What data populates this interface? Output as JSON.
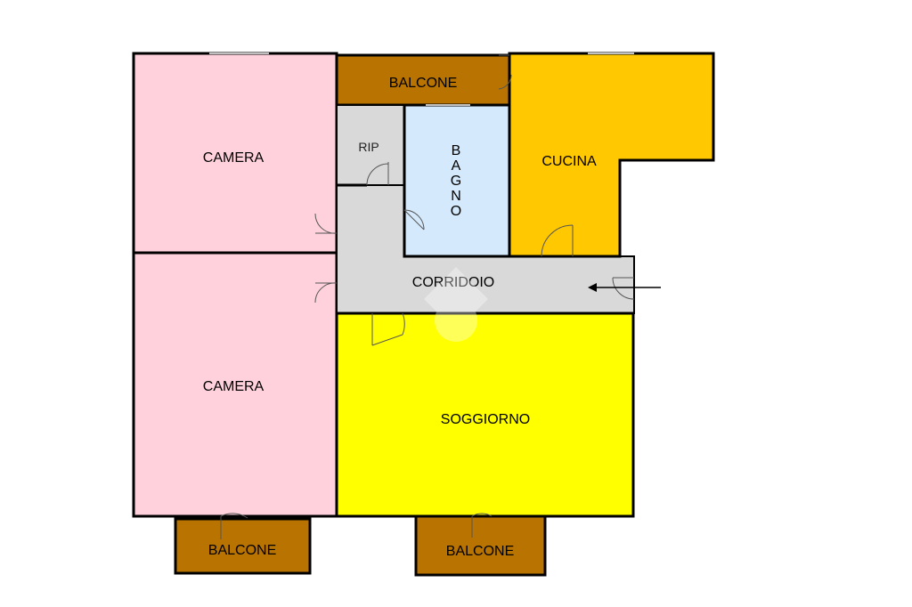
{
  "rooms": {
    "camera_top": {
      "label": "CAMERA"
    },
    "camera_bottom": {
      "label": "CAMERA"
    },
    "balcone_top": {
      "label": "BALCONE"
    },
    "rip": {
      "label": "RIP"
    },
    "bagno": {
      "label": "BAGNO",
      "letters": [
        "B",
        "A",
        "G",
        "N",
        "O"
      ]
    },
    "cucina": {
      "label": "CUCINA"
    },
    "corridoio": {
      "label": "CORRIDOIO"
    },
    "soggiorno": {
      "label": "SOGGIORNO"
    },
    "balcone_bottom_left": {
      "label": "BALCONE"
    },
    "balcone_bottom_right": {
      "label": "BALCONE"
    }
  },
  "colors": {
    "camera": "#ffd1dc",
    "balcone": "#b87300",
    "service": "#d9d9d9",
    "bagno": "#d4e9fb",
    "cucina": "#ffc800",
    "soggiorno": "#ffff00",
    "wall": "#000000"
  },
  "entrance_arrow": {
    "icon": "entrance-arrow-icon"
  }
}
